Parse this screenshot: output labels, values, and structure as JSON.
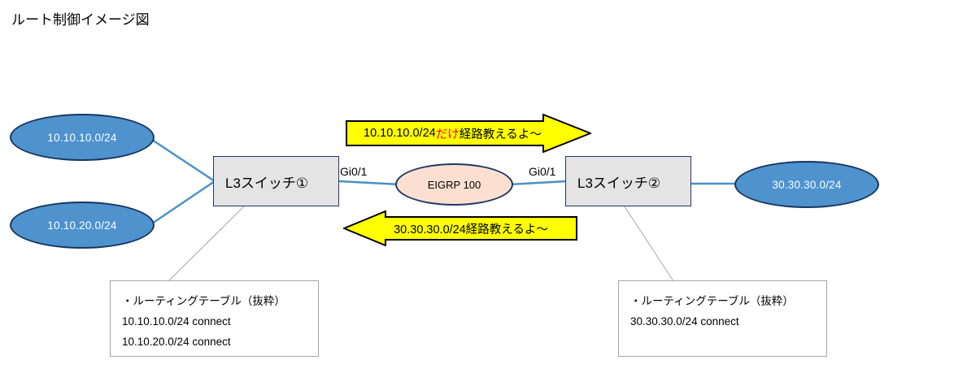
{
  "page": {
    "title": "ルート制御イメージ図"
  },
  "colors": {
    "network_ellipse_fill": "#4E92CE",
    "network_ellipse_border": "#17365D",
    "protocol_ellipse_fill": "#FBE0D1",
    "protocol_ellipse_border": "#1F3864",
    "switch_box_fill": "#E4E4E4",
    "switch_box_border": "#1F3864",
    "link_line": "#4A90C4",
    "leader_line": "#A6A6A6",
    "arrow_fill": "#FFFF00",
    "arrow_border": "#000000",
    "highlight_text": "#FF0000"
  },
  "networks": {
    "left_top": {
      "label": "10.10.10.0/24"
    },
    "left_bottom": {
      "label": "10.10.20.0/24"
    },
    "right": {
      "label": "30.30.30.0/24"
    }
  },
  "devices": {
    "switch_1": {
      "label": "L3スイッチ①"
    },
    "switch_2": {
      "label": "L3スイッチ②"
    }
  },
  "protocol": {
    "label": "EIGRP 100"
  },
  "interfaces": {
    "left": {
      "label": "Gi0/1"
    },
    "right": {
      "label": "Gi0/1"
    }
  },
  "arrows": {
    "advertise_right": {
      "direction": "right",
      "text_prefix": "10.10.10.0/24",
      "text_highlight": "だけ",
      "text_suffix": "経路教えるよ〜"
    },
    "advertise_left": {
      "direction": "left",
      "text": "30.30.30.0/24経路教えるよ〜"
    }
  },
  "notes": {
    "left": {
      "heading": "・ルーティングテーブル（抜粋）",
      "rows": [
        "10.10.10.0/24  connect",
        "10.10.20.0/24  connect"
      ]
    },
    "right": {
      "heading": "・ルーティングテーブル（抜粋）",
      "rows": [
        "30.30.30.0/24  connect"
      ]
    }
  }
}
